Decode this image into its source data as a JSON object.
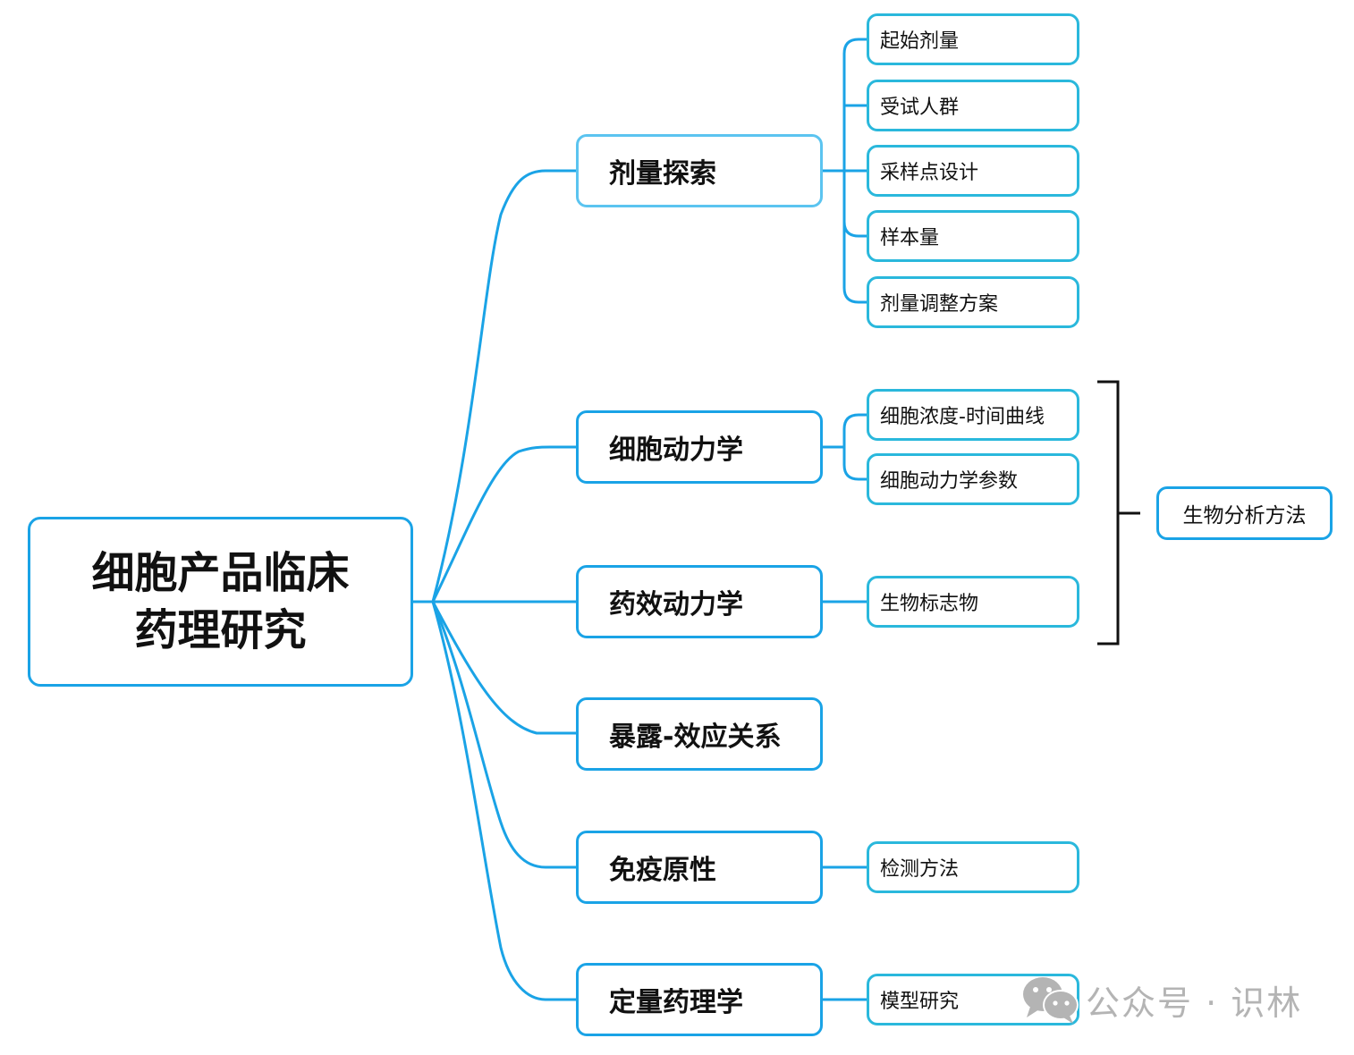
{
  "root": {
    "line1": "细胞产品临床",
    "line2": "药理研究"
  },
  "branches": [
    {
      "label": "剂量探索",
      "children": [
        "起始剂量",
        "受试人群",
        "采样点设计",
        "样本量",
        "剂量调整方案"
      ]
    },
    {
      "label": "细胞动力学",
      "children": [
        "细胞浓度-时间曲线",
        "细胞动力学参数"
      ]
    },
    {
      "label": "药效动力学",
      "children": [
        "生物标志物"
      ]
    },
    {
      "label": "暴露-效应关系",
      "children": []
    },
    {
      "label": "免疫原性",
      "children": [
        "检测方法"
      ]
    },
    {
      "label": "定量药理学",
      "children": [
        "模型研究"
      ]
    }
  ],
  "summary": {
    "label": "生物分析方法"
  },
  "watermark": {
    "text": "公众号 · 识林",
    "icon": "wechat-icon"
  },
  "colors": {
    "connector": "#1aa3e6",
    "leaf_border": "#2ab8dc",
    "bracket": "#111111",
    "watermark": "#b4b4b4"
  }
}
